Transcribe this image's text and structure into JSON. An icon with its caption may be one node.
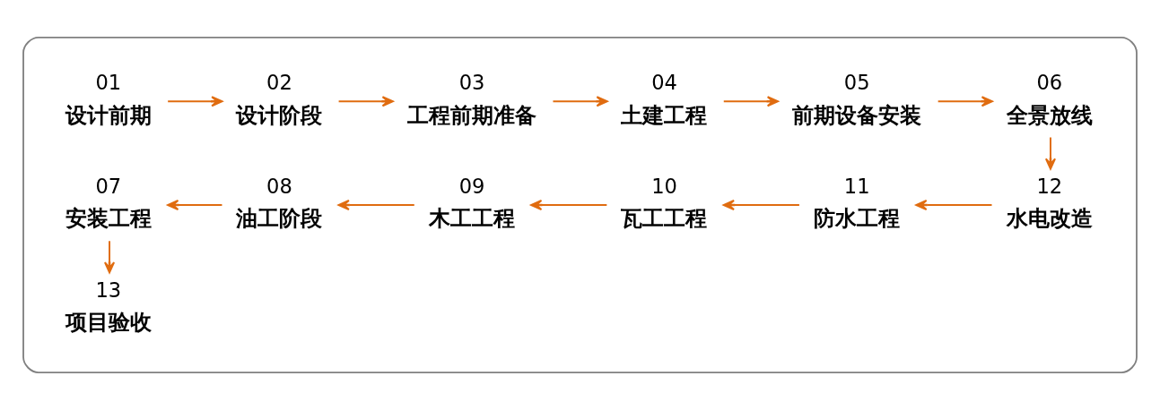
{
  "diagram": {
    "nodes": [
      {
        "text": [],
        "shape": "box"
      },
      {
        "text": [
          "01",
          "设计前期"
        ],
        "in": 0
      },
      {
        "text": [
          "02",
          "设计阶段"
        ],
        "in": 0
      },
      {
        "text": [
          "03",
          "工程前期准备"
        ],
        "in": 0
      },
      {
        "text": [
          "04",
          "土建工程"
        ],
        "in": 0
      },
      {
        "text": [
          "05",
          "前期设备安装"
        ],
        "in": 0
      },
      {
        "text": [
          "06",
          "全景放线"
        ],
        "in": 0
      },
      {
        "text": [
          "07",
          "安装工程"
        ],
        "in": 0
      },
      {
        "text": [
          "08",
          "油工阶段"
        ],
        "in": 0
      },
      {
        "text": [
          "09",
          "木工工程"
        ],
        "in": 0
      },
      {
        "text": [
          "10",
          "瓦工工程"
        ],
        "in": 0
      },
      {
        "text": [
          "11",
          "防水工程"
        ],
        "in": 0
      },
      {
        "text": [
          "12",
          "水电改造"
        ],
        "in": 0
      },
      {
        "text": [
          "13",
          "项目验收"
        ],
        "in": 0
      }
    ],
    "edges": [
      {
        "from": 1,
        "to": 2,
        "arrow": "to"
      },
      {
        "from": 2,
        "to": 3,
        "arrow": "to"
      },
      {
        "from": 3,
        "to": 4,
        "arrow": "to"
      },
      {
        "from": 4,
        "to": 5,
        "arrow": "to"
      },
      {
        "from": 5,
        "to": 6,
        "arrow": "to"
      },
      {
        "from": 6,
        "to": 12,
        "arrow": "to"
      },
      {
        "from": 12,
        "to": 11,
        "arrow": "to"
      },
      {
        "from": 11,
        "to": 10,
        "arrow": "to"
      },
      {
        "from": 10,
        "to": 9,
        "arrow": "to"
      },
      {
        "from": 9,
        "to": 8,
        "arrow": "to"
      },
      {
        "from": 8,
        "to": 7,
        "arrow": "to"
      },
      {
        "from": 7,
        "to": 13,
        "arrow": "to"
      }
    ]
  }
}
